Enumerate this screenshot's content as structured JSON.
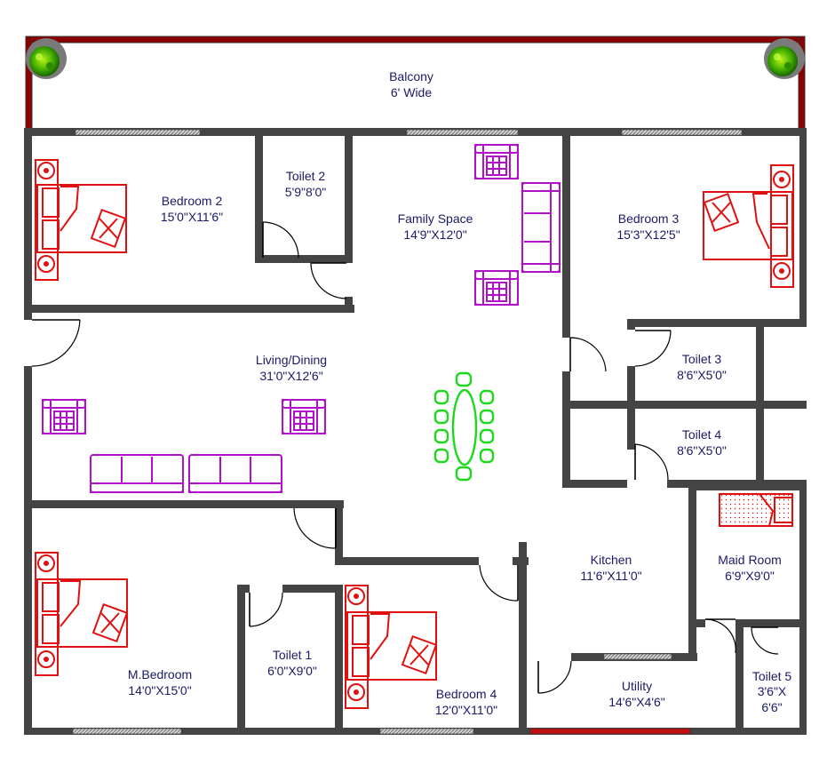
{
  "balcony": {
    "name": "Balcony",
    "size": "6' Wide"
  },
  "rooms": {
    "bedroom2": {
      "name": "Bedroom 2",
      "size": "15'0\"X11'6\""
    },
    "toilet2": {
      "name": "Toilet 2",
      "size": "5'9\"8'0\""
    },
    "family_space": {
      "name": "Family Space",
      "size": "14'9\"X12'0\""
    },
    "bedroom3": {
      "name": "Bedroom 3",
      "size": "15'3\"X12'5\""
    },
    "living_dining": {
      "name": "Living/Dining",
      "size": "31'0\"X12'6\""
    },
    "toilet3": {
      "name": "Toilet 3",
      "size": "8'6\"X5'0\""
    },
    "toilet4": {
      "name": "Toilet 4",
      "size": "8'6\"X5'0\""
    },
    "kitchen": {
      "name": "Kitchen",
      "size": "11'6\"X11'0\""
    },
    "maid_room": {
      "name": "Maid Room",
      "size": "6'9\"X9'0\""
    },
    "master_bedroom": {
      "name": "M.Bedroom",
      "size": "14'0\"X15'0\""
    },
    "toilet1": {
      "name": "Toilet 1",
      "size": "6'0\"X9'0\""
    },
    "bedroom4": {
      "name": "Bedroom 4",
      "size": "12'0\"X11'0\""
    },
    "utility": {
      "name": "Utility",
      "size": "14'6\"X4'6\""
    },
    "toilet5": {
      "name": "Toilet 5",
      "size_line1": "3'6\"X",
      "size_line2": "6'6\""
    }
  },
  "colors": {
    "wall": "#444444",
    "balcony_rail": "#8b0000",
    "bed": "#e01010",
    "sofa": "#b010c8",
    "dining": "#1ed81e",
    "label": "#1a1a66"
  }
}
